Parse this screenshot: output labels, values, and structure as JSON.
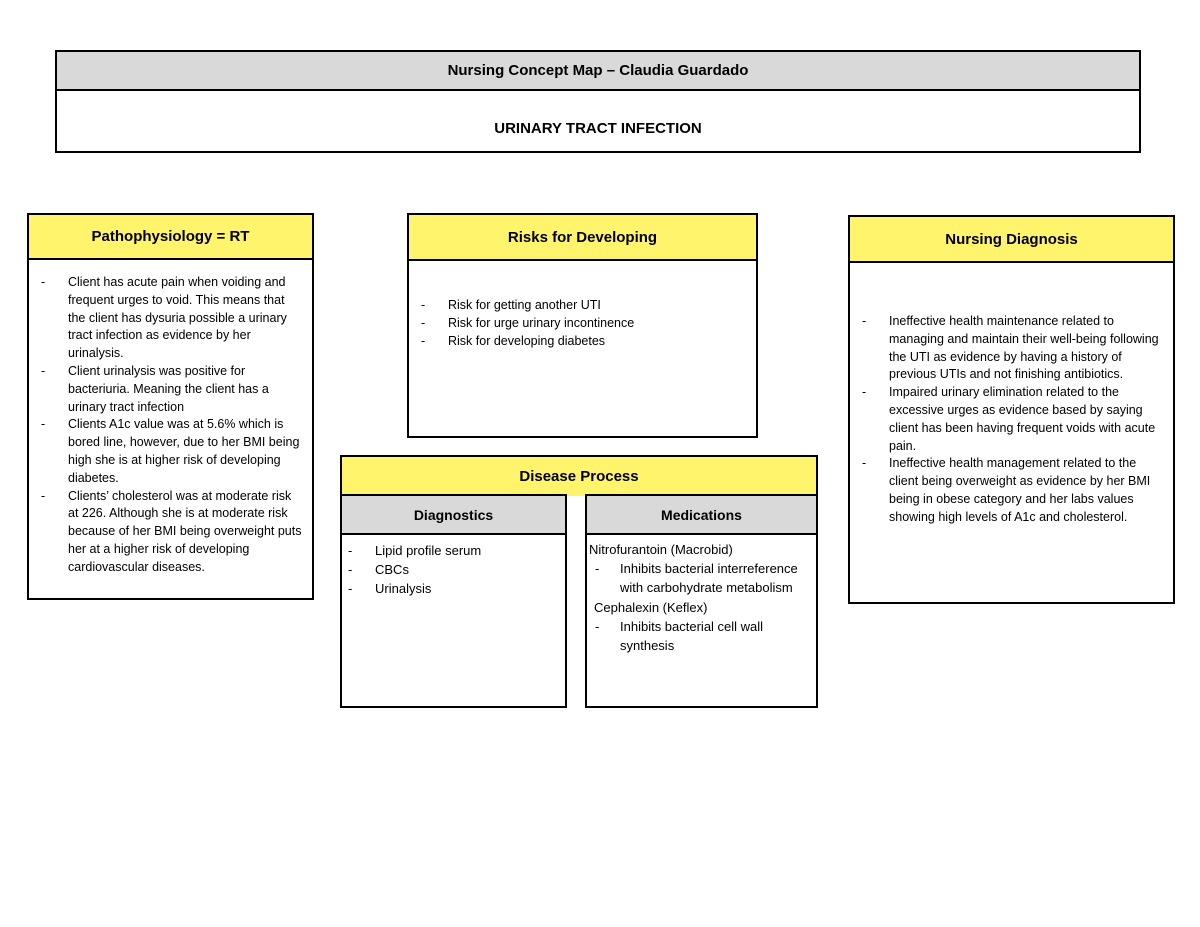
{
  "title_block": {
    "header": "Nursing Concept Map – Claudia Guardado",
    "subtitle": "URINARY TRACT INFECTION"
  },
  "pathophysiology": {
    "title": "Pathophysiology = RT",
    "items": [
      "Client has acute pain when voiding and frequent urges to void. This means that the client has dysuria possible a urinary tract infection as evidence by her urinalysis.",
      "Client urinalysis was positive for bacteriuria. Meaning the client has a urinary tract infection",
      "Clients A1c value was at 5.6% which is bored line, however, due to her BMI being high she is at higher risk of developing diabetes.",
      "Clients’ cholesterol was at moderate risk at 226. Although she is at moderate risk because of her BMI being overweight puts her at a higher risk of developing cardiovascular diseases."
    ]
  },
  "risks": {
    "title": "Risks for Developing",
    "items": [
      "Risk for getting another UTI",
      "Risk for urge urinary incontinence",
      "Risk for developing diabetes"
    ]
  },
  "nursing_diagnosis": {
    "title": "Nursing Diagnosis",
    "items": [
      "Ineffective health maintenance related to managing and maintain their well-being following the UTI as evidence by having a history of previous UTIs and not finishing antibiotics.",
      "Impaired urinary elimination related to the excessive urges as evidence based by saying client has been having frequent voids with acute pain.",
      "Ineffective health management related to the client being overweight as evidence by her BMI being in obese category and her labs values showing high levels of A1c and cholesterol."
    ]
  },
  "disease_process": {
    "title": "Disease Process",
    "diagnostics": {
      "title": "Diagnostics",
      "items": [
        "Lipid profile serum",
        "CBCs",
        "Urinalysis"
      ]
    },
    "medications": {
      "title": "Medications",
      "drugs": [
        {
          "name": "Nitrofurantoin (Macrobid)",
          "action": "Inhibits bacterial interreference with carbohydrate metabolism"
        },
        {
          "name": "Cephalexin (Keflex)",
          "action": "Inhibits bacterial cell wall synthesis"
        }
      ]
    }
  },
  "colors": {
    "yellow_header": "#fff46c",
    "grey_header": "#d9d9d9",
    "border": "#000000"
  }
}
